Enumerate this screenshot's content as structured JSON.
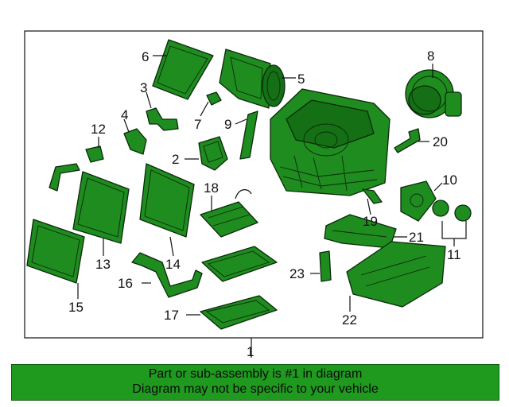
{
  "callouts": {
    "c1": "1",
    "c2": "2",
    "c3": "3",
    "c4": "4",
    "c5": "5",
    "c6": "6",
    "c7": "7",
    "c8": "8",
    "c9": "9",
    "c10": "10",
    "c11": "11",
    "c12": "12",
    "c13": "13",
    "c14": "14",
    "c15": "15",
    "c16": "16",
    "c17": "17",
    "c18": "18",
    "c19": "19",
    "c20": "20",
    "c21": "21",
    "c22": "22",
    "c23": "23"
  },
  "banner": {
    "line1": "Part or sub-assembly is #1 in diagram",
    "line2": "Diagram may not be specific to your vehicle"
  },
  "colors": {
    "part_fill": "#1f8c1f",
    "banner_bg": "#1f9a1f",
    "outline": "#0a2a0a"
  }
}
